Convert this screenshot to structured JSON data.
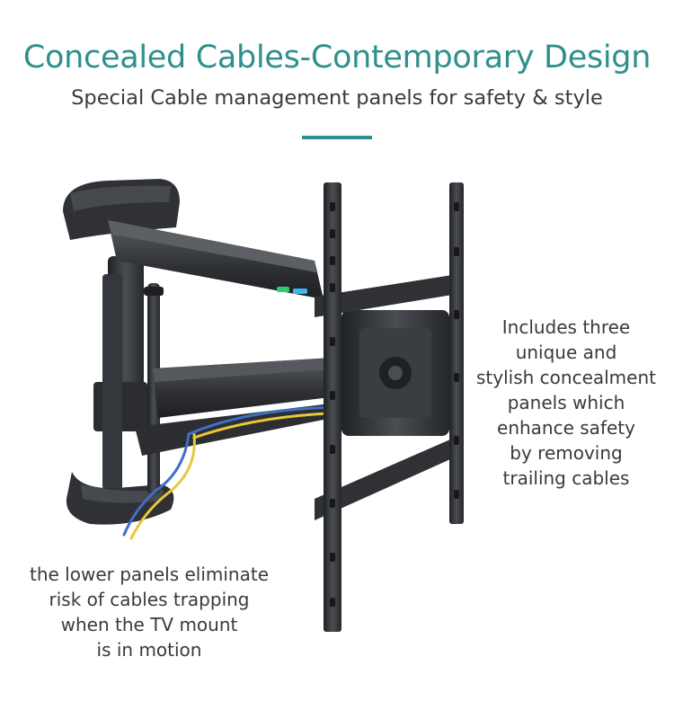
{
  "header": {
    "title": "Concealed Cables-Contemporary Design",
    "subtitle": "Special Cable management panels for safety & style"
  },
  "captions": {
    "right": [
      "Includes three",
      "unique and",
      "stylish concealment",
      "panels which",
      "enhance safety",
      "by removing",
      "trailing cables"
    ],
    "left": [
      "the lower panels eliminate",
      "risk of cables trapping",
      "when the TV mount",
      "is in motion"
    ]
  },
  "colors": {
    "accent": "#2f8f8c",
    "text": "#3a3a3a",
    "mount_dark": "#2b2d30",
    "cable_blue": "#3f6fc4",
    "cable_yellow": "#e8c83a",
    "indicator_green": "#2ecc71",
    "indicator_cyan": "#3ab8e8"
  },
  "image": {
    "subject": "full-motion TV wall mount with concealed cable management",
    "icon": "tv-wall-mount-illustration"
  }
}
